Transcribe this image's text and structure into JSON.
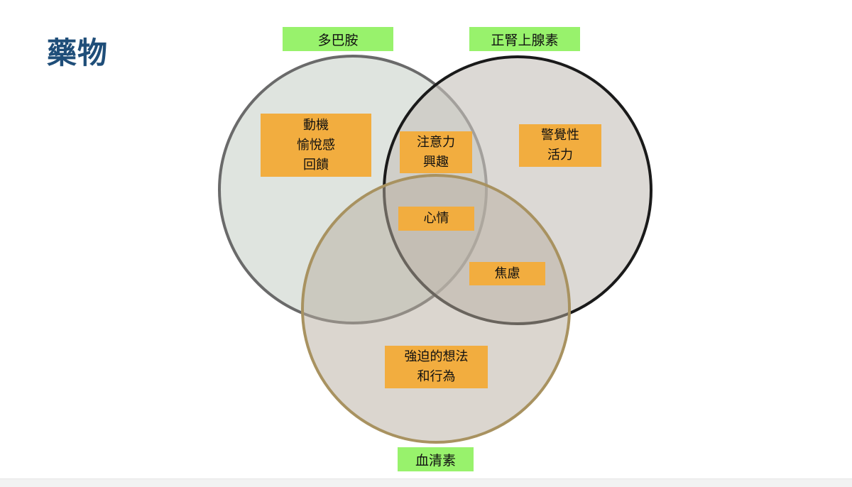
{
  "title": "藥物",
  "sets": {
    "dopamine": "多巴胺",
    "norepinephrine": "正腎上腺素",
    "serotonin": "血清素"
  },
  "regions": {
    "dopamine_only": [
      "動機",
      "愉悅感",
      "回饋"
    ],
    "dopamine_norepinephrine": [
      "注意力",
      "興趣"
    ],
    "norepinephrine_only": [
      "警覺性",
      "活力"
    ],
    "all_three": [
      "心情"
    ],
    "norepinephrine_serotonin": [
      "焦慮"
    ],
    "serotonin_only": [
      "強迫的想法",
      "和行為"
    ]
  },
  "colors": {
    "title": "#1f4e79",
    "set_label_bg": "#98f26c",
    "region_box_bg": "#f2ad3f",
    "dopamine_circle_fill": "#cbd3cc",
    "dopamine_circle_stroke": "#6a6a6a",
    "norepinephrine_circle_fill": "#c6c1bc",
    "norepinephrine_circle_stroke": "#1a1a1a",
    "serotonin_circle_fill": "#b7ae9f",
    "serotonin_circle_stroke": "#a89260"
  }
}
